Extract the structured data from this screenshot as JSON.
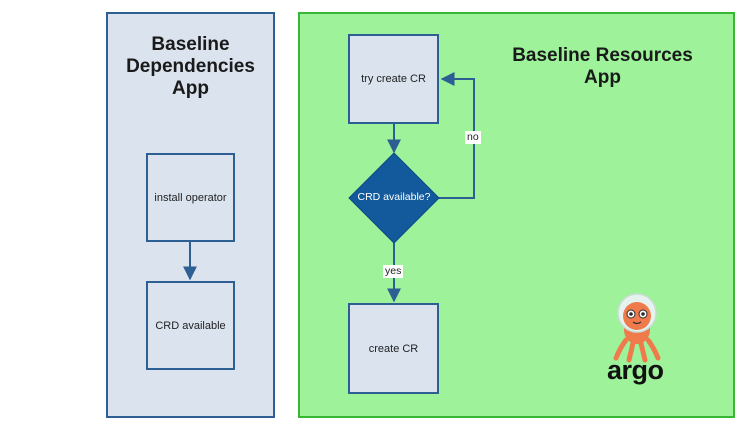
{
  "left_panel": {
    "title": "Baseline\nDependencies\nApp",
    "steps": [
      "install operator",
      "CRD available"
    ]
  },
  "right_panel": {
    "title": "Baseline Resources\nApp",
    "steps": {
      "try_create": "try create CR",
      "decision": "CRD available?",
      "create": "create CR"
    },
    "edge_labels": {
      "no": "no",
      "yes": "yes"
    }
  },
  "logo": {
    "name": "argo-logo",
    "text": "argo",
    "colors": {
      "body": "#ef7b4d",
      "helmet": "#e6f2ee",
      "outline": "#2b2b2b"
    }
  },
  "colors": {
    "blue_border": "#2e5f93",
    "blue_fill": "#dae3ee",
    "green_fill": "#9df29a",
    "green_border": "#38b636",
    "diamond": "#125a9c"
  }
}
